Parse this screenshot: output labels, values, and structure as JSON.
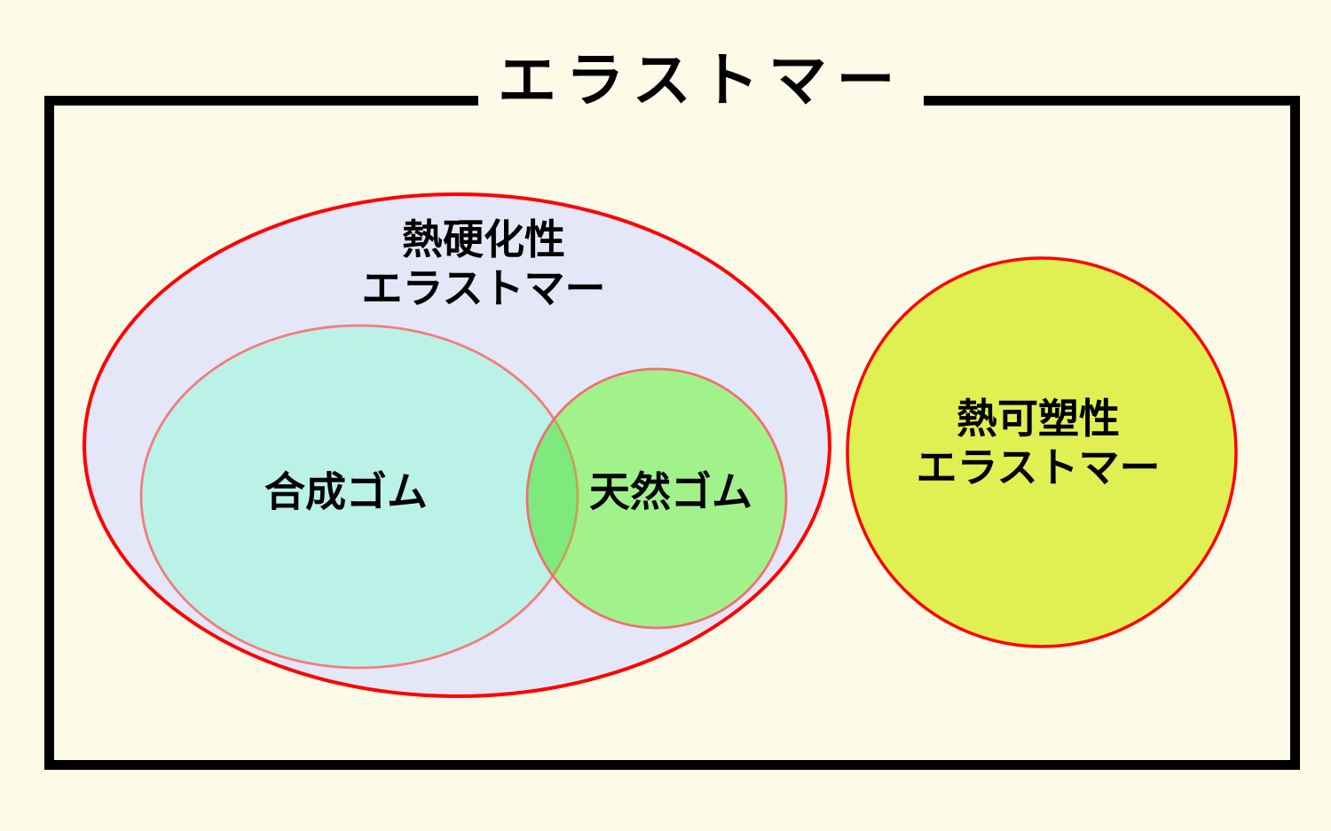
{
  "title": {
    "text": "エラストマー"
  },
  "colors": {
    "background": "#fdfbe8",
    "frame_border": "#000000",
    "text": "#000000"
  },
  "sets": {
    "thermoset": {
      "label_line1": "熱硬化性",
      "label_line2": "エラストマー",
      "fill": "#e4e7f8",
      "stroke": "#ff0000"
    },
    "synthetic_rubber": {
      "label": "合成ゴム",
      "fill": "#bbf2e7",
      "stroke": "#f27d7d"
    },
    "natural_rubber": {
      "label": "天然ゴム",
      "fill": "#a2f28c",
      "stroke": "#f26f6f",
      "overlap_fill": "#7ee97d",
      "overlap_edge": "#c2a455"
    },
    "thermoplastic": {
      "label_line1": "熱可塑性",
      "label_line2": "エラストマー",
      "fill": "#e0f052",
      "stroke": "#ff0000"
    }
  }
}
